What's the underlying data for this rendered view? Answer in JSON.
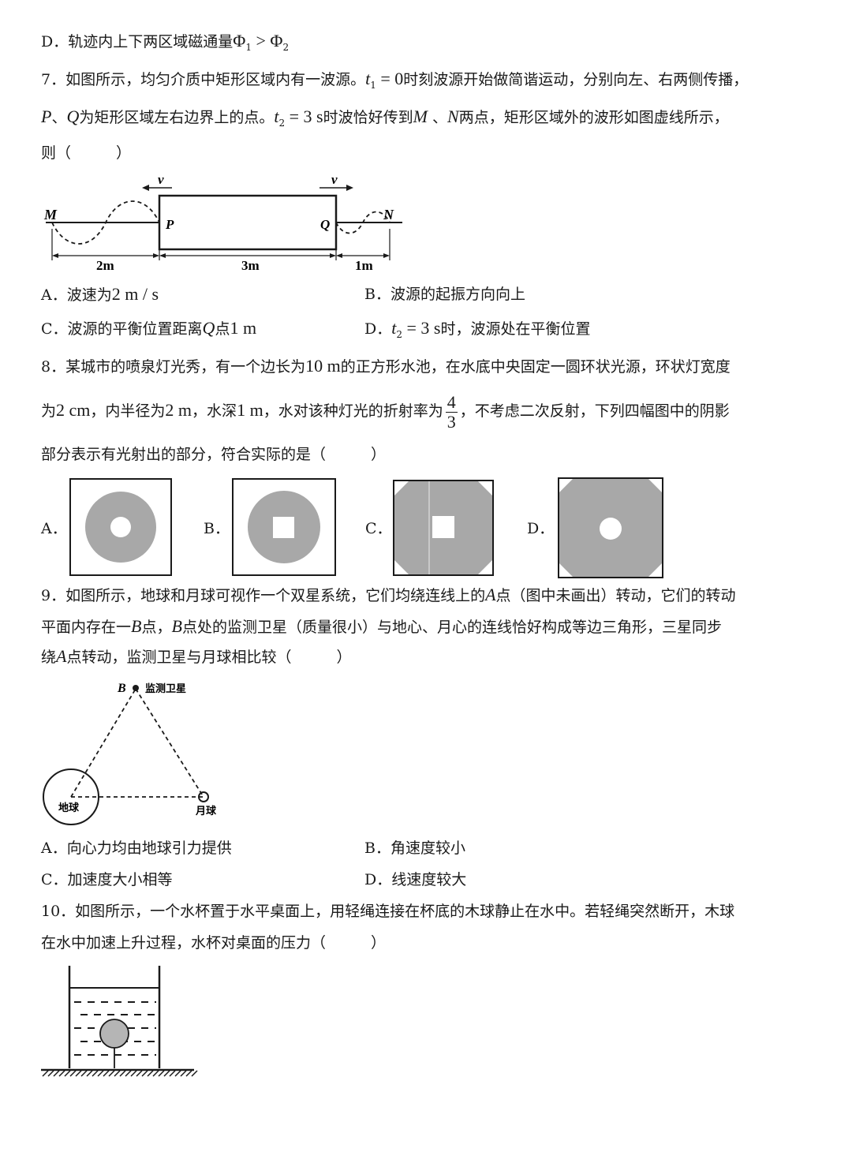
{
  "q6": {
    "d_label": "D．",
    "d_text": "轨迹内上下两区域磁通量",
    "d_math_a": "Φ",
    "d_sub1": "1",
    "d_gt": " > ",
    "d_math_b": "Φ",
    "d_sub2": "2"
  },
  "q7": {
    "l1_a": "7．如图所示，均匀介质中矩形区域内有一波源。",
    "l1_t": "t",
    "l1_sub": "1",
    "l1_eq": " = 0",
    "l1_b": "时刻波源开始做简谐运动，分别向左、右两侧传播，",
    "l2_P": "P",
    "l2_sep": "、",
    "l2_Q": "Q",
    "l2_a": "为矩形区域左右边界上的点。",
    "l2_t": "t",
    "l2_sub": "2",
    "l2_eq": " = 3 s",
    "l2_b": "时波恰好传到",
    "l2_M": "M",
    "l2_sep2": " 、",
    "l2_N": "N",
    "l2_c": "两点，矩形区域外的波形如图虚线所示，",
    "l3": "则（　　　）",
    "fig": {
      "M": "M",
      "N": "N",
      "P": "P",
      "Q": "Q",
      "v_left": "v",
      "v_right": "v",
      "dim1": "2m",
      "dim2": "3m",
      "dim3": "1m"
    },
    "optA": "A．波速为",
    "optA_m": "2 m / s",
    "optB": "B．波源的起振方向向上",
    "optC_a": "C．波源的平衡位置距离",
    "optC_Q": "Q",
    "optC_b": "点",
    "optC_m": "1 m",
    "optD_a": "D．",
    "optD_t": "t",
    "optD_sub": "2",
    "optD_eq": " = 3 s",
    "optD_b": "时，波源处在平衡位置"
  },
  "q8": {
    "l1_a": "8．某城市的喷泉灯光秀，有一个边长为",
    "l1_m": "10 m",
    "l1_b": "的正方形水池，在水底中央固定一圆环状光源，环状灯宽度",
    "l2_a": "为",
    "l2_m1": "2 cm",
    "l2_b": "，内半径为",
    "l2_m2": "2 m",
    "l2_c": "，水深",
    "l2_m3": "1 m",
    "l2_d": "，水对该种灯光的折射率为",
    "frac_num": "4",
    "frac_den": "3",
    "l2_e": "，不考虑二次反射，下列四幅图中的阴影",
    "l3": "部分表示有光射出的部分，符合实际的是（　　　）",
    "labels": [
      "A．",
      "B．",
      "C．",
      "D．"
    ],
    "shade_color": "#a8a8a8"
  },
  "q9": {
    "l1_a": "9．如图所示，地球和月球可视作一个双星系统，它们均绕连线上的",
    "l1_A": "A",
    "l1_b": "点（图中未画出）转动，它们的转动",
    "l2_a": "平面内存在一",
    "l2_B": "B",
    "l2_b": "点，",
    "l2_B2": "B",
    "l2_c": "点处的监测卫星（质量很小）与地心、月心的连线恰好构成等边三角形，三星同步",
    "l3_a": "绕",
    "l3_A": "A",
    "l3_b": "点转动，监测卫星与月球相比较（　　　）",
    "fig": {
      "B": "B",
      "sat": "监测卫星",
      "earth": "地球",
      "moon": "月球"
    },
    "optA": "A．向心力均由地球引力提供",
    "optB": "B．角速度较小",
    "optC": "C．加速度大小相等",
    "optD": "D．线速度较大"
  },
  "q10": {
    "l1": "10．如图所示，一个水杯置于水平桌面上，用轻绳连接在杯底的木球静止在水中。若轻绳突然断开，木球",
    "l2": "在水中加速上升过程，水杯对桌面的压力（　　　）",
    "ball_color": "#b5b5b5"
  }
}
